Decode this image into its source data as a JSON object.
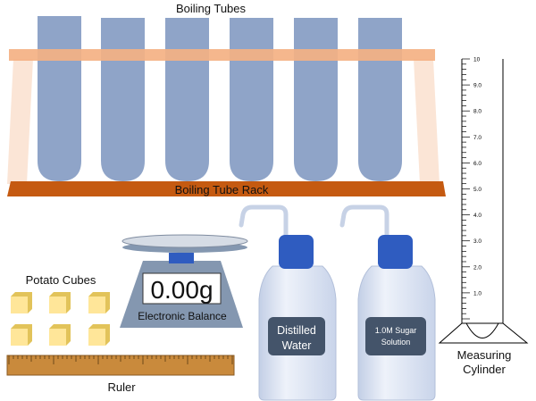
{
  "labels": {
    "boiling_tubes": "Boiling Tubes",
    "boiling_tube_rack": "Boiling Tube Rack",
    "potato_cubes": "Potato Cubes",
    "balance_reading": "0.00g",
    "electronic_balance": "Electronic Balance",
    "distilled_water_line1": "Distilled",
    "distilled_water_line2": "Water",
    "sugar_solution_line1": "1.0M Sugar",
    "sugar_solution_line2": "Solution",
    "ruler": "Ruler",
    "measuring_cylinder_line1": "Measuring",
    "measuring_cylinder_line2": "Cylinder"
  },
  "cylinder_scale": [
    "10",
    "9.0",
    "8.0",
    "7.0",
    "6.0",
    "5.0",
    "4.0",
    "3.0",
    "2.0",
    "1.0"
  ],
  "colors": {
    "tube": "#8fa4c8",
    "rack_top": "#f4b183",
    "rack_base": "#c55a11",
    "rack_leg": "#fbe5d6",
    "potato": "#ffe699",
    "potato_dark": "#e2c35a",
    "bottle": "#dae3f3",
    "bottle_cap": "#2f5cc0",
    "bottle_label": "#44546a",
    "balance_body": "#8497b0",
    "ruler": "#c98a3c"
  }
}
